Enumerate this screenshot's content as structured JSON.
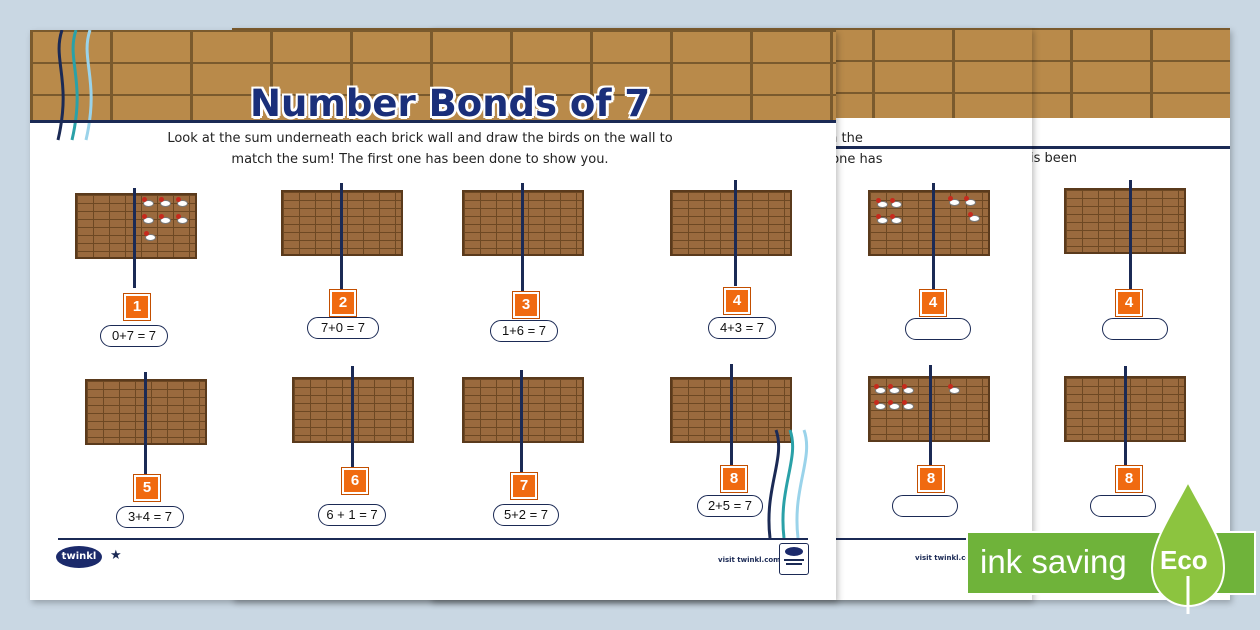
{
  "title": "Number Bonds of 7",
  "instruction_line1": "Look at the sum underneath each brick wall and draw the birds on the wall to",
  "instruction_line2": "match the sum! The first one has been done to show you.",
  "partial_text": {
    "a1": "ch the",
    "a2": "t one has",
    "b1": "is been"
  },
  "cards": [
    {
      "number": "1",
      "sum": "0+7 = 7"
    },
    {
      "number": "2",
      "sum": "7+0 = 7"
    },
    {
      "number": "3",
      "sum": "1+6 = 7"
    },
    {
      "number": "4",
      "sum": "4+3 = 7"
    },
    {
      "number": "5",
      "sum": "3+4 = 7"
    },
    {
      "number": "6",
      "sum": "6 + 1 = 7"
    },
    {
      "number": "7",
      "sum": "5+2 = 7"
    },
    {
      "number": "8",
      "sum": "2+5 = 7"
    }
  ],
  "back_cards": {
    "top_number": "4",
    "bottom_number": "8"
  },
  "footer": {
    "logo": "twinkl",
    "visit": "visit twinkl.com"
  },
  "badge": {
    "label": "ink saving",
    "eco": "Eco"
  },
  "colors": {
    "brick": "#b98a4a",
    "navy": "#1b2a55",
    "orange": "#f06a10",
    "eco_green": "#6fb33a",
    "background": "#c9d7e3"
  }
}
